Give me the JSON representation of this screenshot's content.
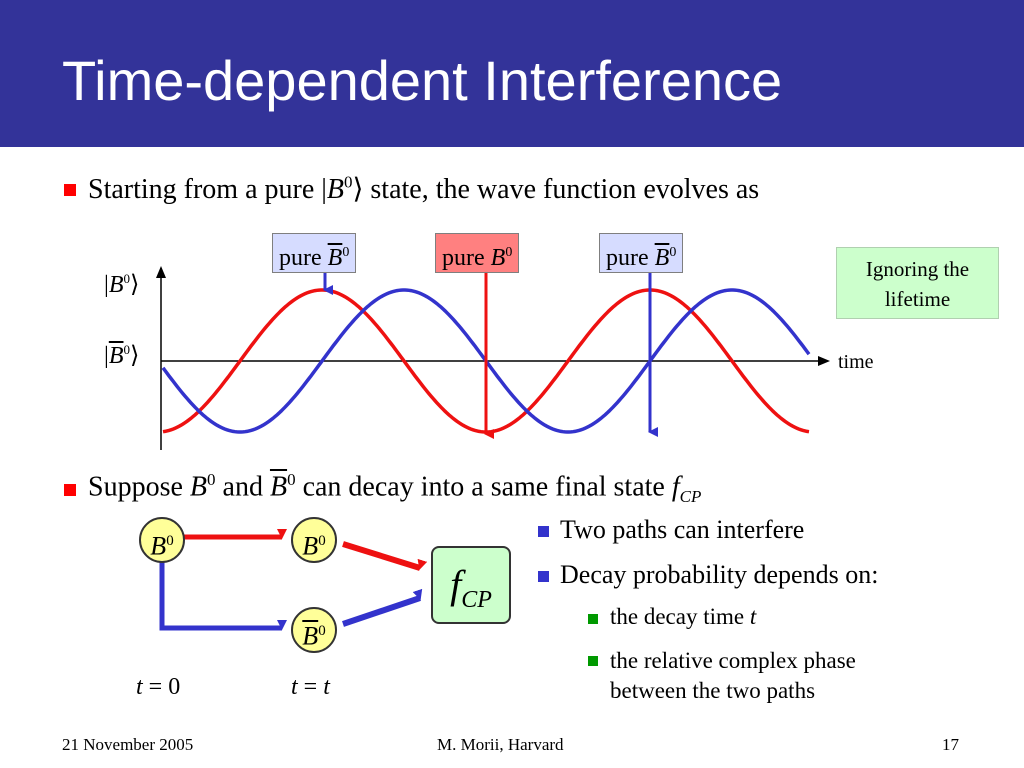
{
  "slide": {
    "title": "Time-dependent Interference",
    "bullet1": {
      "prefix": "Starting from a pure |",
      "B": "B",
      "sup": "0",
      "suffix": "⟩ state, the wave function evolves as"
    },
    "tags": [
      {
        "pre": "pure ",
        "B": "B",
        "sup": "0",
        "bar": true
      },
      {
        "pre": "pure ",
        "B": "B",
        "sup": "0",
        "bar": false
      },
      {
        "pre": "pure ",
        "B": "B",
        "sup": "0",
        "bar": true
      }
    ],
    "note": {
      "line1": "Ignoring the",
      "line2": "lifetime"
    },
    "axis_label_time": "time",
    "ket_b0": {
      "B": "B",
      "sup": "0"
    },
    "ket_b0bar": {
      "B": "B",
      "sup": "0"
    },
    "bullet2": {
      "p1": "Suppose ",
      "B1": "B",
      "sup1": "0",
      "p2": " and ",
      "B2": "B",
      "sup2": "0",
      "p3": " can decay into a same final state ",
      "f": "f",
      "sub": "CP"
    },
    "nodes": {
      "start": {
        "B": "B",
        "sup": "0"
      },
      "upper": {
        "B": "B",
        "sup": "0"
      },
      "lower": {
        "B": "B",
        "sup": "0"
      },
      "final": {
        "f": "f",
        "sub": "CP"
      }
    },
    "time_labels": {
      "t0_var": "t",
      "t0_eq": " = 0",
      "tt_var": "t",
      "tt_eq": " = ",
      "tt_val": "t"
    },
    "right_bullets": {
      "b1": "Two paths can interfere",
      "b2": "Decay probability depends on:",
      "sub1_text": "the decay time ",
      "sub1_var": "t",
      "sub2_line1": "the relative complex phase",
      "sub2_line2": "between the two paths"
    },
    "footer": {
      "date": "21 November 2005",
      "author": "M. Morii, Harvard",
      "page": "17"
    },
    "colors": {
      "title_bg": "#333399",
      "red": "#ee1111",
      "blue": "#3333cc",
      "green_box": "#ccffcc",
      "node_fill": "#ffff99"
    }
  }
}
